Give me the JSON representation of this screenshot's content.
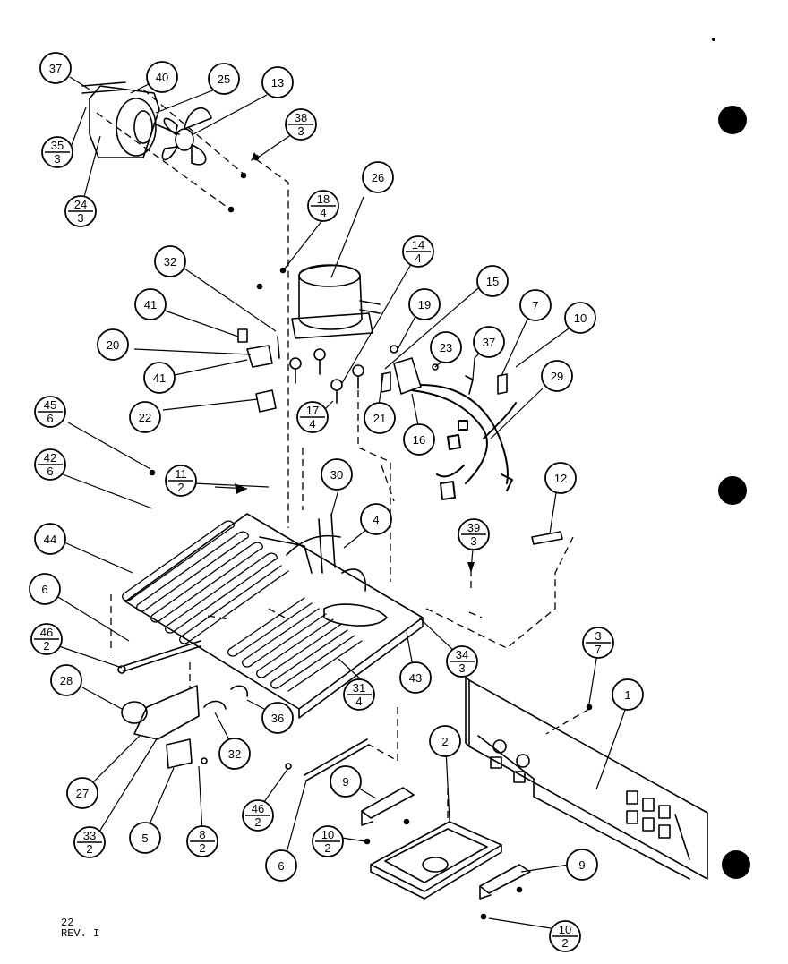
{
  "callouts": [
    {
      "id": "c37a",
      "num": "37"
    },
    {
      "id": "c40",
      "num": "40"
    },
    {
      "id": "c25",
      "num": "25"
    },
    {
      "id": "c13",
      "num": "13"
    },
    {
      "id": "c38",
      "num": "38",
      "qty": "3"
    },
    {
      "id": "c35",
      "num": "35",
      "qty": "3"
    },
    {
      "id": "c24",
      "num": "24",
      "qty": "3"
    },
    {
      "id": "c26",
      "num": "26"
    },
    {
      "id": "c18",
      "num": "18",
      "qty": "4"
    },
    {
      "id": "c14",
      "num": "14",
      "qty": "4"
    },
    {
      "id": "c32a",
      "num": "32"
    },
    {
      "id": "c41a",
      "num": "41"
    },
    {
      "id": "c41b",
      "num": "41"
    },
    {
      "id": "c20",
      "num": "20"
    },
    {
      "id": "c19",
      "num": "19"
    },
    {
      "id": "c15",
      "num": "15"
    },
    {
      "id": "c7",
      "num": "7"
    },
    {
      "id": "c10a",
      "num": "10"
    },
    {
      "id": "c23",
      "num": "23"
    },
    {
      "id": "c37b",
      "num": "37"
    },
    {
      "id": "c29",
      "num": "29"
    },
    {
      "id": "c17",
      "num": "17",
      "qty": "4"
    },
    {
      "id": "c21",
      "num": "21"
    },
    {
      "id": "c16",
      "num": "16"
    },
    {
      "id": "c22",
      "num": "22"
    },
    {
      "id": "c45",
      "num": "45",
      "qty": "6"
    },
    {
      "id": "c42",
      "num": "42",
      "qty": "6"
    },
    {
      "id": "c11",
      "num": "11",
      "qty": "2"
    },
    {
      "id": "c30",
      "num": "30"
    },
    {
      "id": "c4",
      "num": "4"
    },
    {
      "id": "c12",
      "num": "12"
    },
    {
      "id": "c39",
      "num": "39",
      "qty": "3"
    },
    {
      "id": "c44",
      "num": "44"
    },
    {
      "id": "c6a",
      "num": "6"
    },
    {
      "id": "c46a",
      "num": "46",
      "qty": "2"
    },
    {
      "id": "c28",
      "num": "28"
    },
    {
      "id": "c34",
      "num": "34",
      "qty": "3"
    },
    {
      "id": "c43",
      "num": "43"
    },
    {
      "id": "c31",
      "num": "31",
      "qty": "4"
    },
    {
      "id": "c36",
      "num": "36"
    },
    {
      "id": "c3",
      "num": "3",
      "qty": "7"
    },
    {
      "id": "c1",
      "num": "1"
    },
    {
      "id": "c32b",
      "num": "32"
    },
    {
      "id": "c27",
      "num": "27"
    },
    {
      "id": "c33",
      "num": "33",
      "qty": "2"
    },
    {
      "id": "c5",
      "num": "5"
    },
    {
      "id": "c8",
      "num": "8",
      "qty": "2"
    },
    {
      "id": "c46b",
      "num": "46",
      "qty": "2"
    },
    {
      "id": "c6b",
      "num": "6"
    },
    {
      "id": "c9a",
      "num": "9"
    },
    {
      "id": "c10b",
      "num": "10",
      "qty": "2"
    },
    {
      "id": "c2",
      "num": "2"
    },
    {
      "id": "c9b",
      "num": "9"
    },
    {
      "id": "c10c",
      "num": "10",
      "qty": "2"
    }
  ],
  "footer": {
    "page": "22",
    "rev": "REV. I"
  }
}
